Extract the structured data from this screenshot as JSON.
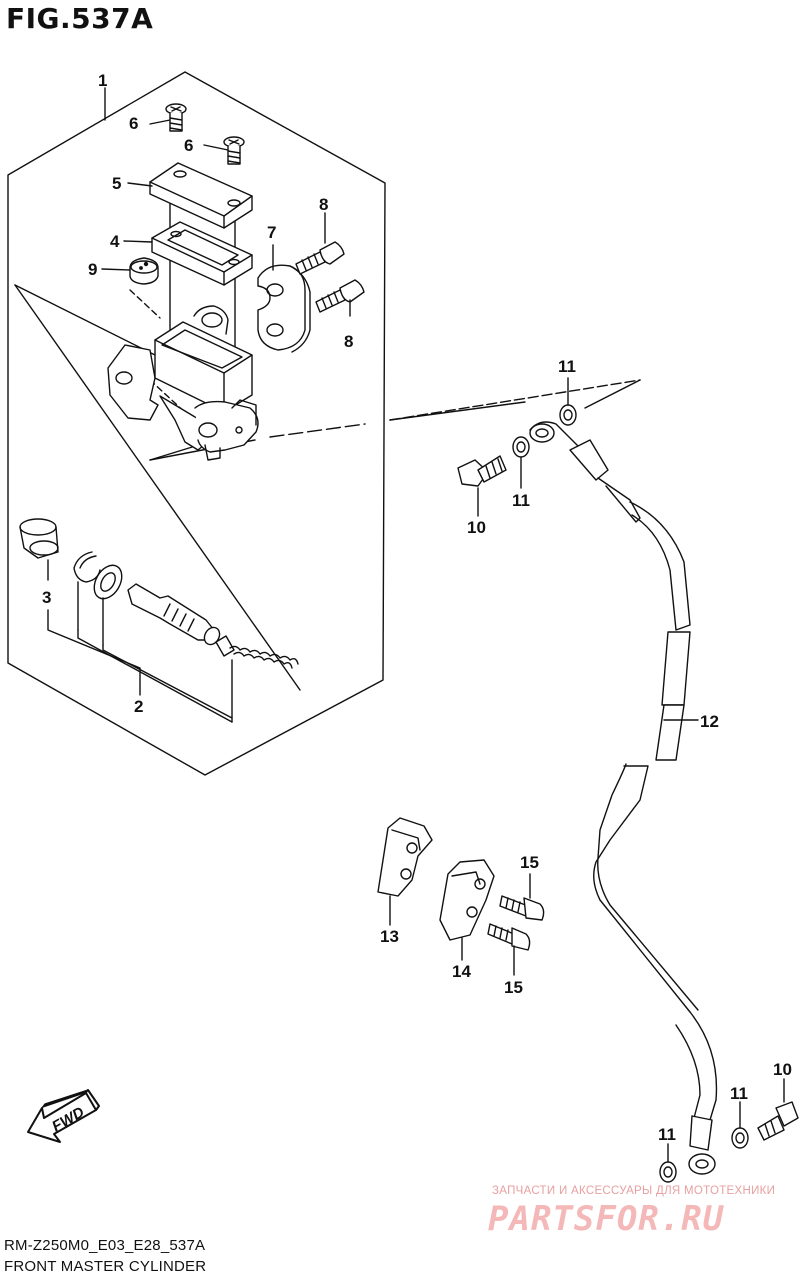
{
  "figure": {
    "title": "FIG.537A"
  },
  "callouts": {
    "c1": "1",
    "c2": "2",
    "c3": "3",
    "c4": "4",
    "c5": "5",
    "c6a": "6",
    "c6b": "6",
    "c7": "7",
    "c8a": "8",
    "c8b": "8",
    "c9": "9",
    "c10a": "10",
    "c10b": "10",
    "c11a": "11",
    "c11b": "11",
    "c11c": "11",
    "c11d": "11",
    "c12": "12",
    "c13": "13",
    "c14": "14",
    "c15a": "15",
    "c15b": "15"
  },
  "fwd_arrow": {
    "label": "FWD"
  },
  "footer": {
    "code": "RM-Z250M0_E03_E28_537A",
    "caption": "FRONT MASTER CYLINDER"
  },
  "watermark": {
    "subtitle": "ЗАПЧАСТИ И АКСЕССУАРЫ ДЛЯ МОТОТЕХНИКИ",
    "logo": "PARTSFOR.RU"
  }
}
